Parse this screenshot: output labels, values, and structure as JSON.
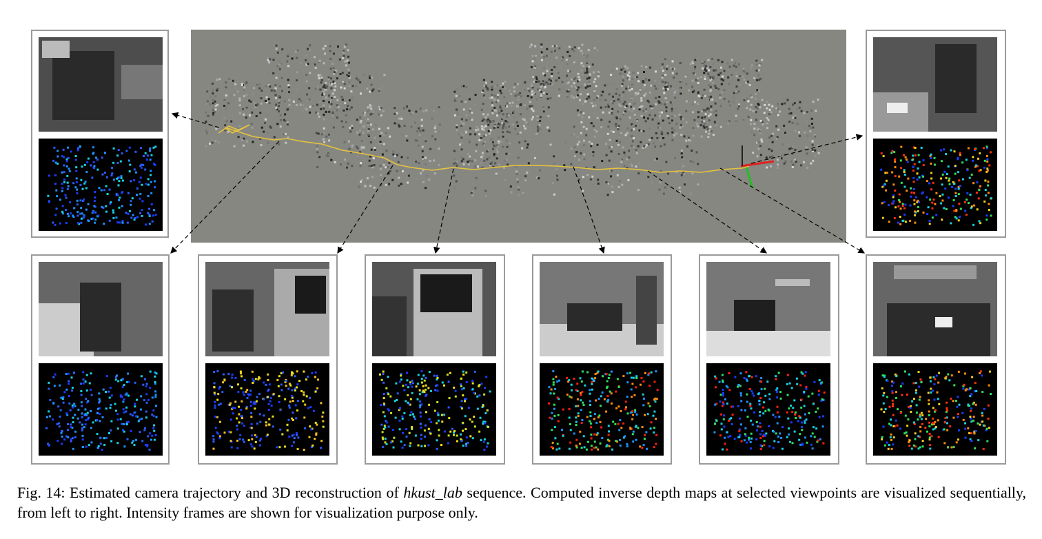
{
  "caption": {
    "lead": "Fig. 14: Estimated camera trajectory and 3D reconstruction of",
    "sequence": "hkust_lab",
    "rest": "sequence. Computed inverse depth maps at selected viewpoints are visualized sequentially, from left to right. Intensity frames are shown for visualization purpose only."
  },
  "colors": {
    "trajectory": "#e8c43c",
    "background": "#868781",
    "frame_border": "#9a9a9a",
    "axis_x": "#e02020",
    "axis_y": "#20c020"
  },
  "panels": [
    {
      "id": "top-left",
      "depth_hue": "blue-cyan"
    },
    {
      "id": "top-right",
      "depth_hue": "mixed"
    },
    {
      "id": "bottom-1",
      "depth_hue": "blue"
    },
    {
      "id": "bottom-2",
      "depth_hue": "blue-yellow"
    },
    {
      "id": "bottom-3",
      "depth_hue": "yellow-blue"
    },
    {
      "id": "bottom-4",
      "depth_hue": "red-cyan"
    },
    {
      "id": "bottom-5",
      "depth_hue": "blue-red"
    },
    {
      "id": "bottom-6",
      "depth_hue": "mixed"
    }
  ]
}
